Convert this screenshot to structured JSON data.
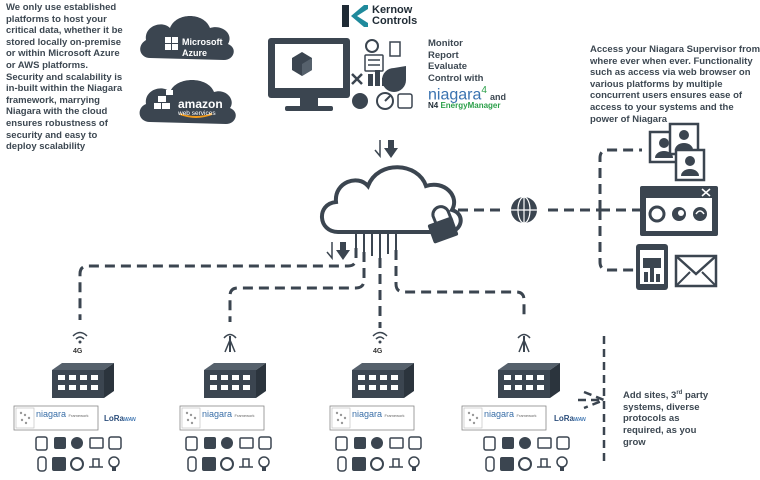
{
  "left_text": "We only use established platforms to host your critical data, whether it be stored locally on-premise or within Microsoft Azure or AWS platforms. Security and scalability is in-built within the Niagara framework, marrying Niagara with the cloud ensures robustness of security and easy to deploy scalability",
  "right_text": "Access your Niagara Supervisor from where ever when ever. Functionality such as access via web browser on various platforms by multiple concurrent users ensures ease of access to your systems and the power of Niagara",
  "brand": {
    "line1": "Kernow",
    "line2": "Controls"
  },
  "mrec": [
    "Monitor",
    "Report",
    "Evaluate",
    "Control with"
  ],
  "niagara4": {
    "name": "niagara",
    "sup": "4",
    "and": "and",
    "em_prefix": "N4 ",
    "em": "EnergyManager"
  },
  "clouds": {
    "azure": {
      "line1": "Microsoft",
      "line2": "Azure"
    },
    "aws": {
      "line1": "amazon",
      "line2": "web services"
    }
  },
  "sites": [
    {
      "comm": "4G",
      "lora": true
    },
    {
      "comm": "antenna",
      "lora": false
    },
    {
      "comm": "4G",
      "lora": false
    },
    {
      "comm": "antenna",
      "lora": true
    }
  ],
  "site_label": {
    "name": "niagara",
    "sub": "Framework"
  },
  "lora_label": {
    "lora": "LoRa",
    "wan": "WAN"
  },
  "grow_text": {
    "pre": "Add sites, 3",
    "sup": "rd",
    "post": " party systems, diverse protocols as required, as you grow"
  },
  "colors": {
    "dark": "#3b4550",
    "accent": "#2ca04a",
    "blue": "#3a73b0"
  }
}
